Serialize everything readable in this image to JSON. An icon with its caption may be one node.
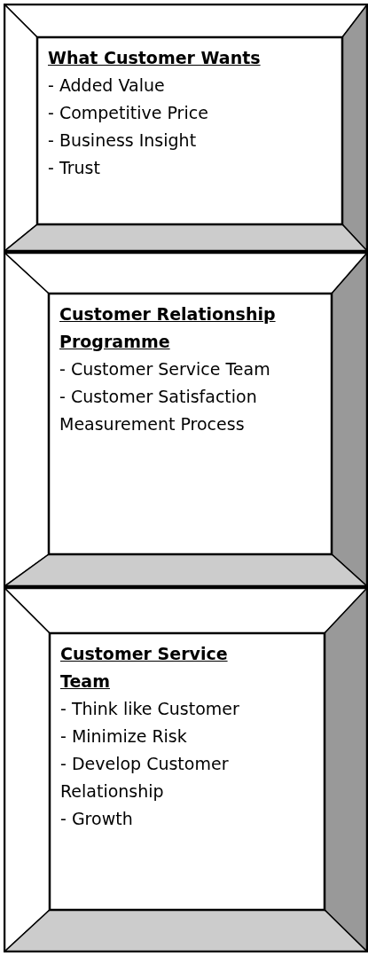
{
  "diagram": {
    "nodes": [
      {
        "text": [
          "What Customer Wants",
          "- Added Value",
          "- Competitive Price",
          "- Business Insight",
          "- Trust"
        ]
      },
      {
        "text": [
          "Customer Relationship Programme",
          "- Customer Service Team",
          "- Customer Satisfaction Measurement Process"
        ]
      },
      {
        "text": [
          "Customer Service Team",
          "- Think like Customer",
          "- Minimize Risk",
          "- Develop Customer Relationship",
          "- Growth"
        ]
      }
    ]
  }
}
